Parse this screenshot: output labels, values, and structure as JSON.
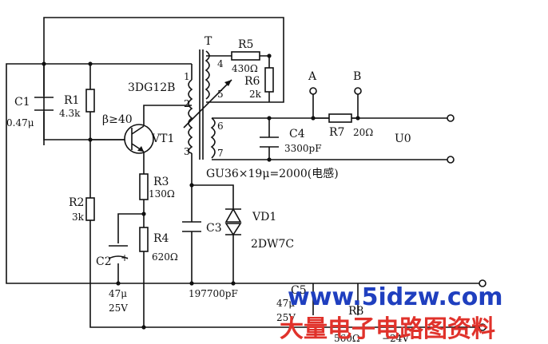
{
  "components": {
    "c1": {
      "name": "C1",
      "value": "0.47μ"
    },
    "r1": {
      "name": "R1",
      "value": "4.3k"
    },
    "r2": {
      "name": "R2",
      "value": "3k"
    },
    "c2": {
      "name": "C2",
      "polarity": "+",
      "value": "47μ",
      "voltage": "25V"
    },
    "transistor": {
      "model": "3DG12B",
      "beta": "β≥40",
      "name": "VT1"
    },
    "r3": {
      "name": "R3",
      "value": "130Ω"
    },
    "r4": {
      "name": "R4",
      "value": "620Ω"
    },
    "transformer": {
      "name": "T",
      "pins": [
        "1",
        "2",
        "3",
        "4",
        "5",
        "6",
        "7"
      ],
      "core": "GU36×19μ=2000(电感)"
    },
    "r5": {
      "name": "R5",
      "value": "430Ω"
    },
    "r6": {
      "name": "R6",
      "value": "2k"
    },
    "c3": {
      "name": "C3",
      "value": "197700pF"
    },
    "vd1": {
      "name": "VD1",
      "model": "2DW7C"
    },
    "c4": {
      "name": "C4",
      "value": "3300pF"
    },
    "r7": {
      "name": "R7",
      "value": "20Ω"
    },
    "c5": {
      "name": "C5",
      "value": "47μ",
      "voltage": "25V"
    },
    "r8": {
      "name": "R8",
      "value": "560Ω"
    }
  },
  "terminals": {
    "a": "A",
    "b": "B",
    "out": "U0",
    "supply": "−24V"
  },
  "watermark": {
    "site": "www.5idzw.com",
    "cn": "大量电子电路图资料"
  }
}
